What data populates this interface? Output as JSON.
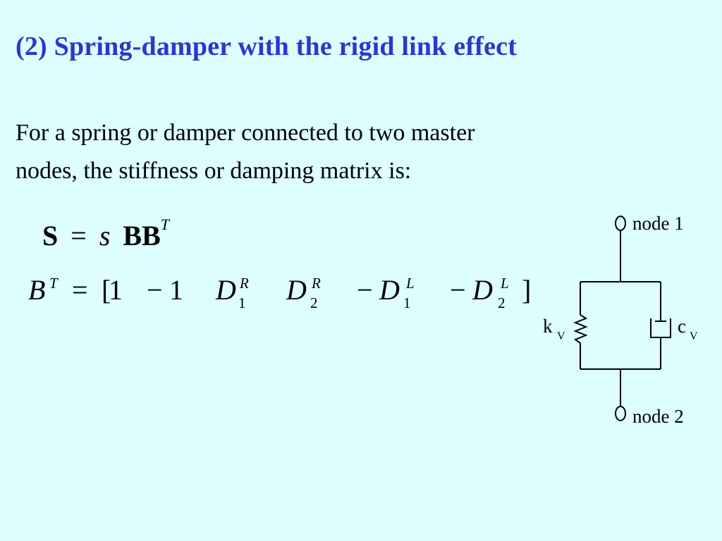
{
  "title": "(2) Spring-damper with the rigid link effect",
  "paragraph": {
    "line1": "For a spring or damper connected to two master",
    "line2": "nodes, the stiffness or damping matrix is:"
  },
  "equation1": {
    "lhs": "S",
    "equals": "=",
    "scalar": "s",
    "matrix": "BB",
    "superscript": "T"
  },
  "equation2": {
    "lhs": "B",
    "lhs_sup": "T",
    "equals": "=",
    "open_bracket": "[",
    "close_bracket": "]",
    "entries": [
      {
        "sign": "",
        "value": "1"
      },
      {
        "sign": "−",
        "value": "1"
      },
      {
        "sign": "",
        "symbol": "D",
        "sub": "1",
        "sup": "R"
      },
      {
        "sign": "",
        "symbol": "D",
        "sub": "2",
        "sup": "R"
      },
      {
        "sign": "−",
        "symbol": "D",
        "sub": "1",
        "sup": "L"
      },
      {
        "sign": "−",
        "symbol": "D",
        "sub": "2",
        "sup": "L"
      }
    ]
  },
  "diagram": {
    "node1_label": "node 1",
    "node2_label": "node 2",
    "spring_label": "k",
    "spring_sub": "V",
    "damper_label": "c",
    "damper_sub": "V",
    "line_color": "#000000"
  },
  "colors": {
    "background": "#ddfdff",
    "title": "#3333cc"
  }
}
